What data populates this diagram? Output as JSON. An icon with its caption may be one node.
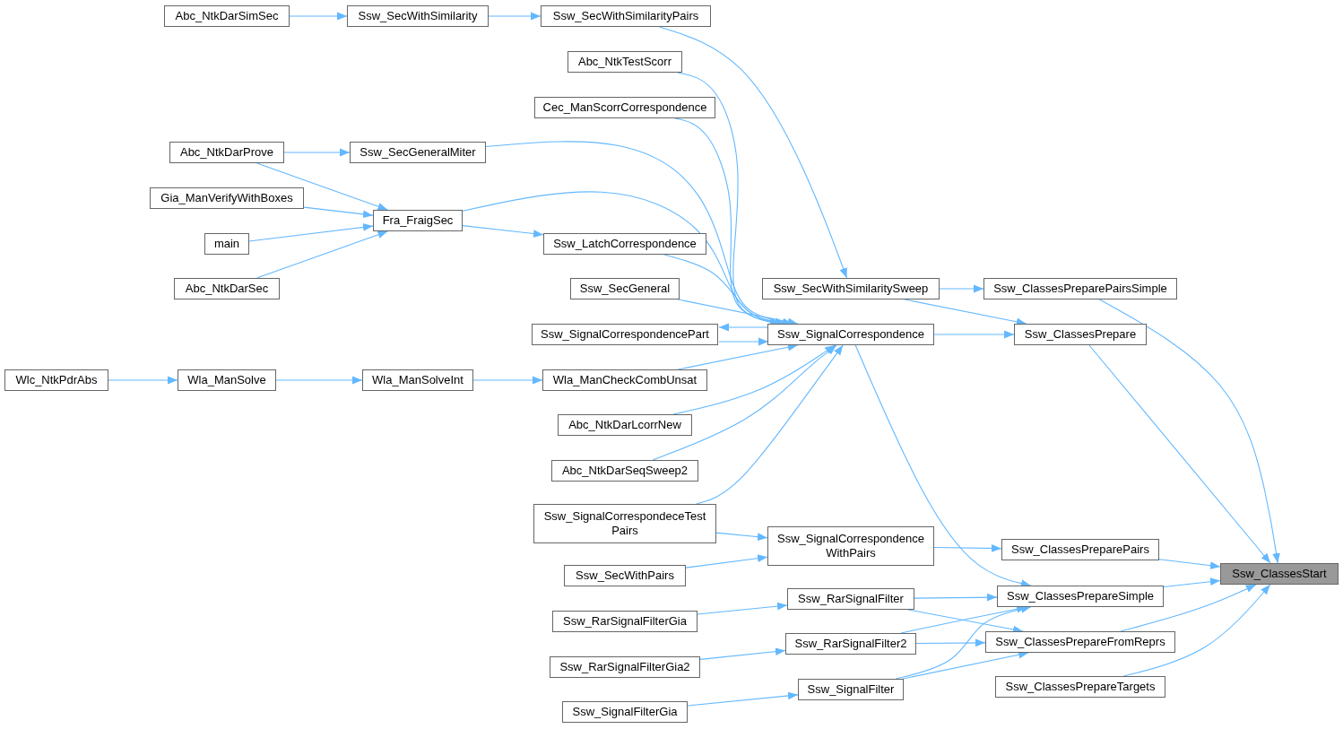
{
  "diagram": {
    "nodes": [
      {
        "text": [
          "Abc_NtkDarSimSec"
        ]
      },
      {
        "text": [
          "Ssw_SecWithSimilarity"
        ]
      },
      {
        "text": [
          "Ssw_SecWithSimilarityPairs"
        ]
      },
      {
        "text": [
          "Abc_NtkTestScorr"
        ]
      },
      {
        "text": [
          "Cec_ManScorrCorrespondence"
        ]
      },
      {
        "text": [
          "Abc_NtkDarProve"
        ]
      },
      {
        "text": [
          "Ssw_SecGeneralMiter"
        ]
      },
      {
        "text": [
          "Gia_ManVerifyWithBoxes"
        ]
      },
      {
        "text": [
          "Fra_FraigSec"
        ]
      },
      {
        "text": [
          "main"
        ]
      },
      {
        "text": [
          "Ssw_LatchCorrespondence"
        ]
      },
      {
        "text": [
          "Abc_NtkDarSec"
        ]
      },
      {
        "text": [
          "Ssw_SecGeneral"
        ]
      },
      {
        "text": [
          "Ssw_SecWithSimilaritySweep"
        ]
      },
      {
        "text": [
          "Ssw_ClassesPreparePairsSimple"
        ]
      },
      {
        "text": [
          "Ssw_SignalCorrespondencePart"
        ]
      },
      {
        "text": [
          "Ssw_SignalCorrespondence"
        ]
      },
      {
        "text": [
          "Ssw_ClassesPrepare"
        ]
      },
      {
        "text": [
          "Wlc_NtkPdrAbs"
        ]
      },
      {
        "text": [
          "Wla_ManSolve"
        ]
      },
      {
        "text": [
          "Wla_ManSolveInt"
        ]
      },
      {
        "text": [
          "Wla_ManCheckCombUnsat"
        ]
      },
      {
        "text": [
          "Abc_NtkDarLcorrNew"
        ]
      },
      {
        "text": [
          "Abc_NtkDarSeqSweep2"
        ]
      },
      {
        "text": [
          "Ssw_SignalCorrespondeceTest Pairs"
        ]
      },
      {
        "text": [
          "Ssw_SignalCorrespondence WithPairs"
        ]
      },
      {
        "text": [
          "Ssw_ClassesPreparePairs"
        ]
      },
      {
        "text": [
          "Ssw_SecWithPairs"
        ]
      },
      {
        "text": [
          "Ssw_ClassesStart"
        ]
      },
      {
        "text": [
          "Ssw_RarSignalFilter"
        ]
      },
      {
        "text": [
          "Ssw_ClassesPrepareSimple"
        ]
      },
      {
        "text": [
          "Ssw_RarSignalFilterGia"
        ]
      },
      {
        "text": [
          "Ssw_RarSignalFilter2"
        ]
      },
      {
        "text": [
          "Ssw_ClassesPrepareFromReprs"
        ]
      },
      {
        "text": [
          "Ssw_RarSignalFilterGia2"
        ]
      },
      {
        "text": [
          "Ssw_SignalFilter"
        ]
      },
      {
        "text": [
          "Ssw_ClassesPrepareTargets"
        ]
      },
      {
        "text": [
          "Ssw_SignalFilterGia"
        ]
      }
    ],
    "edges": [
      {
        "from": 0,
        "to": 1,
        "arrow": "to"
      },
      {
        "from": 1,
        "to": 2,
        "arrow": "to"
      },
      {
        "from": 2,
        "to": 13,
        "arrow": "to"
      },
      {
        "from": 3,
        "to": 16,
        "arrow": "to"
      },
      {
        "from": 4,
        "to": 16,
        "arrow": "to"
      },
      {
        "from": 5,
        "to": 6,
        "arrow": "to"
      },
      {
        "from": 5,
        "to": 8,
        "arrow": "to"
      },
      {
        "from": 6,
        "to": 16,
        "arrow": "to"
      },
      {
        "from": 7,
        "to": 8,
        "arrow": "to"
      },
      {
        "from": 9,
        "to": 8,
        "arrow": "to"
      },
      {
        "from": 11,
        "to": 8,
        "arrow": "to"
      },
      {
        "from": 8,
        "to": 16,
        "arrow": "to"
      },
      {
        "from": 8,
        "to": 10,
        "arrow": "to"
      },
      {
        "from": 10,
        "to": 16,
        "arrow": "to"
      },
      {
        "from": 12,
        "to": 16,
        "arrow": "to"
      },
      {
        "from": 16,
        "to": 15,
        "arrow": "to"
      },
      {
        "from": 15,
        "to": 16,
        "arrow": "to"
      },
      {
        "from": 13,
        "to": 14,
        "arrow": "to"
      },
      {
        "from": 13,
        "to": 17,
        "arrow": "to"
      },
      {
        "from": 16,
        "to": 17,
        "arrow": "to"
      },
      {
        "from": 18,
        "to": 19,
        "arrow": "to"
      },
      {
        "from": 19,
        "to": 20,
        "arrow": "to"
      },
      {
        "from": 20,
        "to": 21,
        "arrow": "to"
      },
      {
        "from": 21,
        "to": 16,
        "arrow": "to"
      },
      {
        "from": 22,
        "to": 16,
        "arrow": "to"
      },
      {
        "from": 23,
        "to": 16,
        "arrow": "to"
      },
      {
        "from": 24,
        "to": 16,
        "arrow": "to"
      },
      {
        "from": 24,
        "to": 25,
        "arrow": "to"
      },
      {
        "from": 27,
        "to": 25,
        "arrow": "to"
      },
      {
        "from": 25,
        "to": 26,
        "arrow": "to"
      },
      {
        "from": 16,
        "to": 30,
        "arrow": "to"
      },
      {
        "from": 14,
        "to": 28,
        "arrow": "to"
      },
      {
        "from": 17,
        "to": 28,
        "arrow": "to"
      },
      {
        "from": 26,
        "to": 28,
        "arrow": "to"
      },
      {
        "from": 30,
        "to": 28,
        "arrow": "to"
      },
      {
        "from": 33,
        "to": 28,
        "arrow": "to"
      },
      {
        "from": 36,
        "to": 28,
        "arrow": "to"
      },
      {
        "from": 31,
        "to": 29,
        "arrow": "to"
      },
      {
        "from": 29,
        "to": 30,
        "arrow": "to"
      },
      {
        "from": 29,
        "to": 33,
        "arrow": "to"
      },
      {
        "from": 34,
        "to": 32,
        "arrow": "to"
      },
      {
        "from": 32,
        "to": 30,
        "arrow": "to"
      },
      {
        "from": 32,
        "to": 33,
        "arrow": "to"
      },
      {
        "from": 37,
        "to": 35,
        "arrow": "to"
      },
      {
        "from": 35,
        "to": 30,
        "arrow": "to"
      },
      {
        "from": 35,
        "to": 33,
        "arrow": "to"
      }
    ]
  }
}
